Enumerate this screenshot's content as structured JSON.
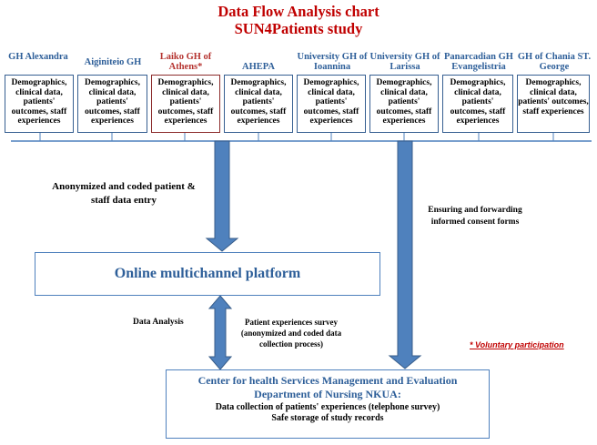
{
  "title": {
    "line1": "Data Flow Analysis chart",
    "line2": "SUN4Patients study"
  },
  "hospitals": [
    {
      "name": "GH Alexandra",
      "box_text": "Demographics, clinical data, patients' outcomes, staff experiences"
    },
    {
      "name": "Aiginiteio GH",
      "box_text": "Demographics, clinical data, patients' outcomes, staff experiences"
    },
    {
      "name": "Laiko GH of Athens*",
      "box_text": "Demographics, clinical data, patients' outcomes, staff experiences"
    },
    {
      "name": "AHEPA",
      "box_text": "Demographics, clinical data, patients' outcomes, staff experiences"
    },
    {
      "name": "University GH of Ioannina",
      "box_text": "Demographics, clinical data, patients' outcomes, staff experiences"
    },
    {
      "name": "University GH of Larissa",
      "box_text": "Demographics, clinical data, patients' outcomes, staff experiences"
    },
    {
      "name": "Panarcadian GH Evangelistria",
      "box_text": "Demographics, clinical data, patients' outcomes, staff experiences"
    },
    {
      "name": "GH of Chania ST. George",
      "box_text": "Demographics, clinical data, patients' outcomes, staff experiences"
    }
  ],
  "labels": {
    "anonymized": "Anonymized and coded patient & staff data entry",
    "consent": "Ensuring and forwarding informed consent forms",
    "data_analysis": "Data Analysis",
    "survey": "Patient experiences survey (anonymized and coded data collection process)"
  },
  "platform": {
    "label": "Online multichannel platform"
  },
  "center": {
    "title": "Center for health Services Management and Evaluation Department of Nursing NKUA:",
    "line1": "Data collection of patients' experiences (telephone survey)",
    "line2": "Safe storage of study records"
  },
  "note": "* Voluntary participation",
  "colors": {
    "title": "#c00000",
    "hospital_name": "#2e5f99",
    "laiko_name": "#b5332f",
    "box_border": "#365f91",
    "laiko_border": "#8b2b2b",
    "arrow": "#4f81bd",
    "arrow_edge": "#385d8a",
    "bus_line": "#4f81bd"
  }
}
